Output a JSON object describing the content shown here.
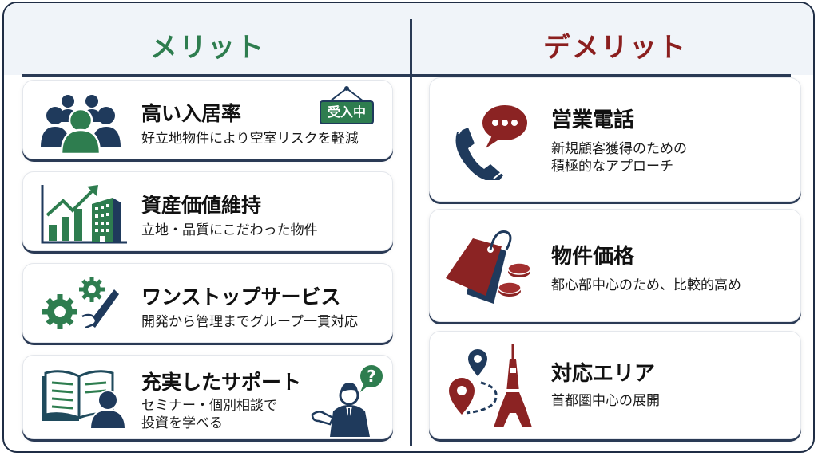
{
  "merit": {
    "title": "メリット",
    "color": "#2e7d4f",
    "items": [
      {
        "title": "高い入居率",
        "desc": "好立地物件により空室リスクを軽減",
        "icon": "people-group-icon",
        "badge": "受入中"
      },
      {
        "title": "資産価値維持",
        "desc": "立地・品質にこだわった物件",
        "icon": "chart-building-icon"
      },
      {
        "title": "ワンストップサービス",
        "desc": "開発から管理までグループ一貫対応",
        "icon": "gears-handshake-icon"
      },
      {
        "title": "充実したサポート",
        "desc": "セミナー・個別相談で\n投資を学べる",
        "icon": "book-person-icon",
        "extra_icon": "consultant-question-icon"
      }
    ]
  },
  "demerit": {
    "title": "デメリット",
    "color": "#8b1f1f",
    "items": [
      {
        "title": "営業電話",
        "desc": "新規顧客獲得のための\n積極的なアプローチ",
        "icon": "phone-chat-icon"
      },
      {
        "title": "物件価格",
        "desc": "都心部中心のため、比較的高め",
        "icon": "price-tag-coins-icon"
      },
      {
        "title": "対応エリア",
        "desc": "首都圏中心の展開",
        "icon": "map-pin-tower-icon"
      }
    ]
  },
  "colors": {
    "navy": "#1f3a5c",
    "green": "#2e7d4f",
    "red": "#8b2323",
    "header_bg": "#f0f4f9"
  }
}
